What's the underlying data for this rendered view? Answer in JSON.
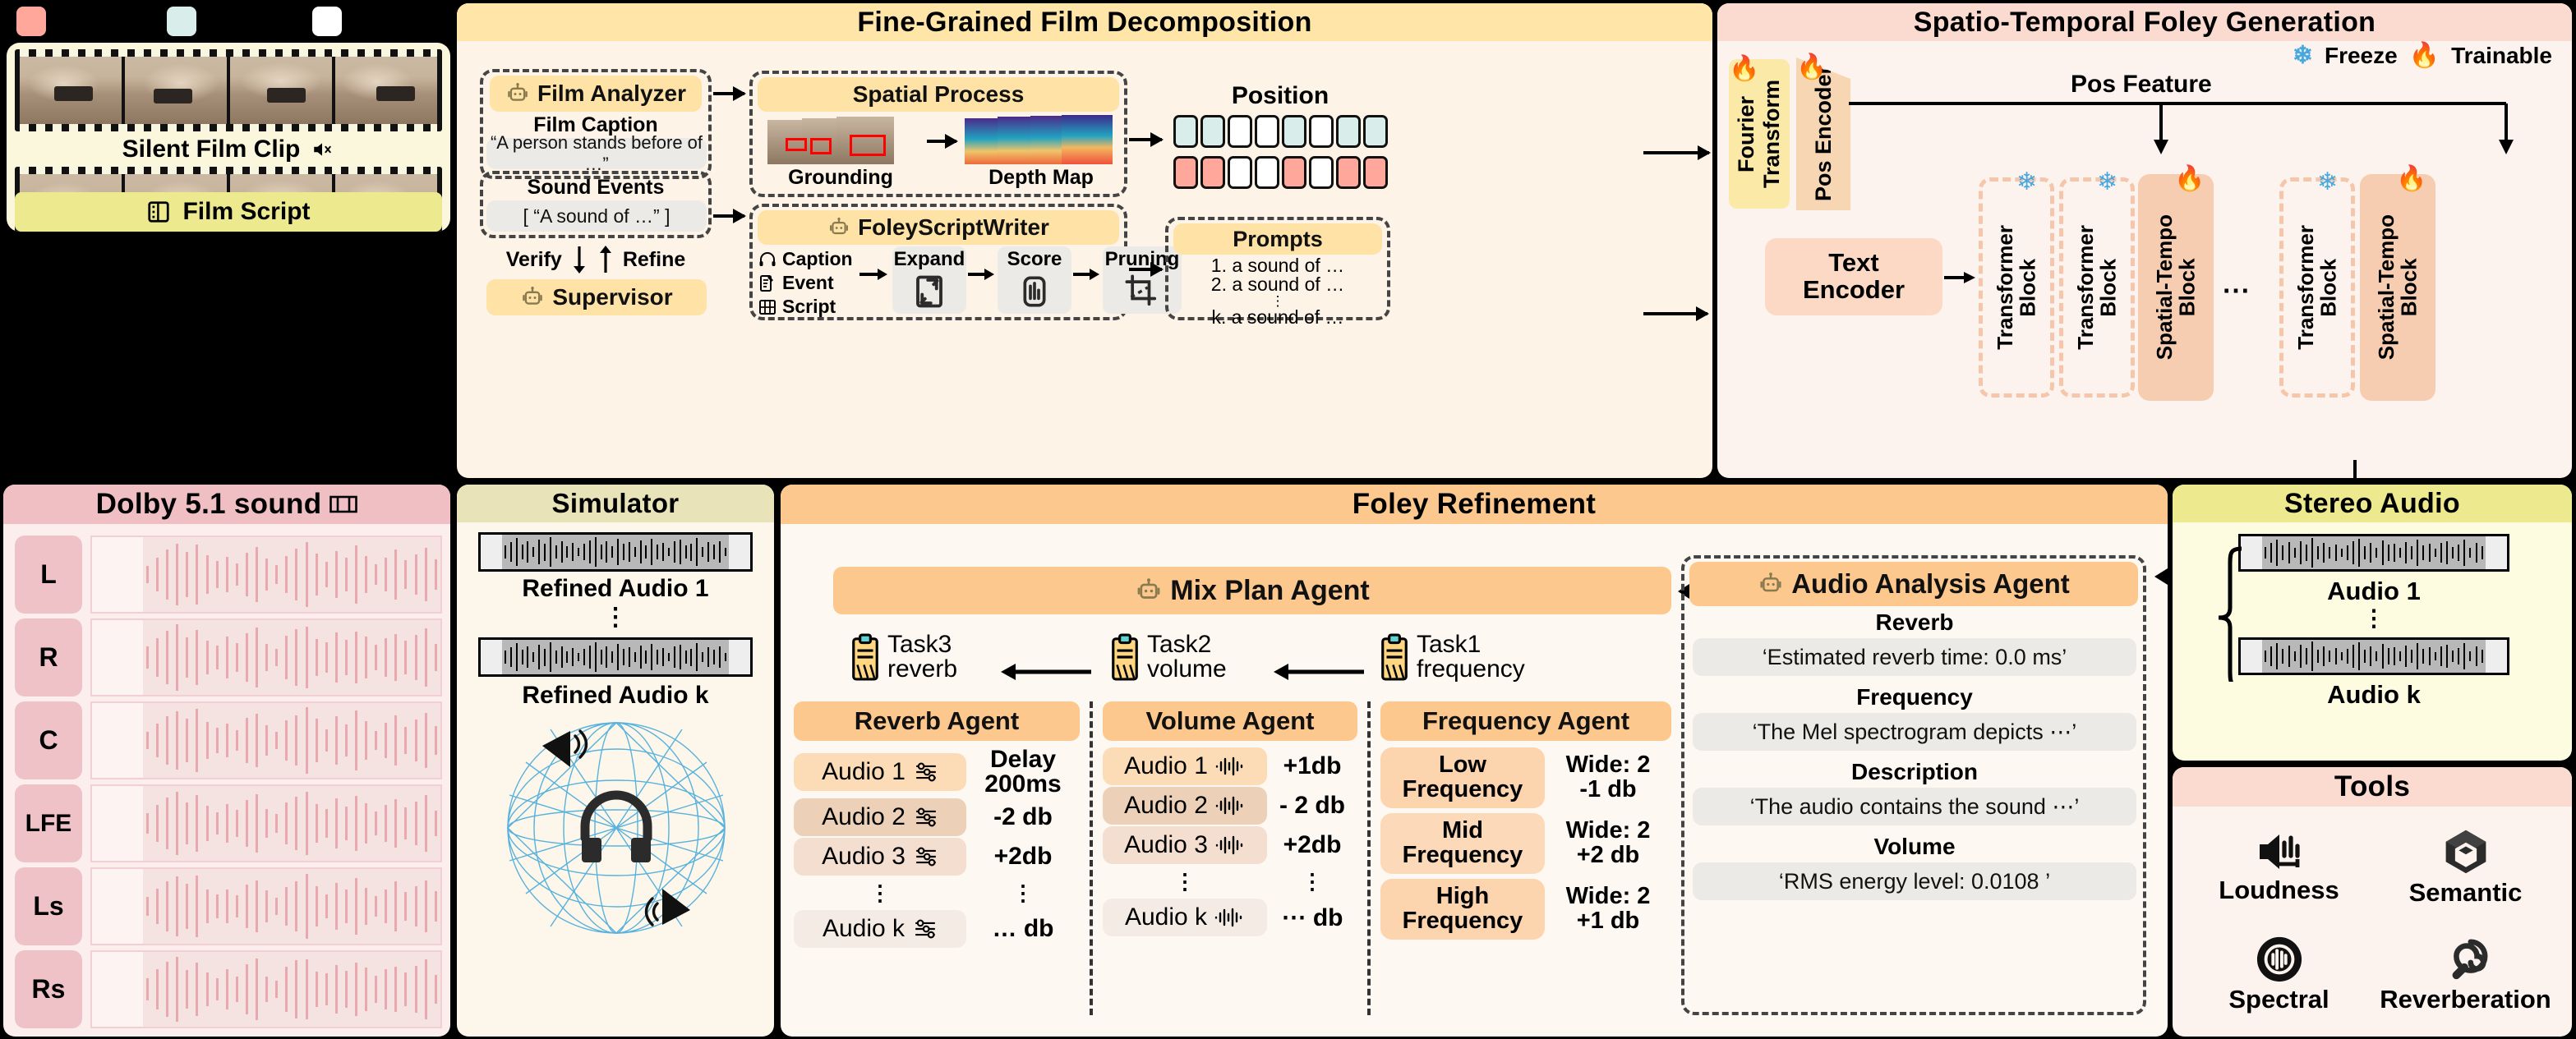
{
  "legend_squares": [
    {
      "name": "red-square",
      "color": "#ffa79b"
    },
    {
      "name": "cyan-square",
      "color": "#d9eeea"
    },
    {
      "name": "white-square",
      "color": "#ffffff"
    }
  ],
  "input": {
    "silent_clip_label": "Silent Film Clip",
    "mute_icon": "mute-icon",
    "film_script_label": "Film Script",
    "film_icon": "film-icon"
  },
  "decomposition": {
    "title": "Fine-Grained Film Decomposition",
    "film_analyzer": "Film Analyzer",
    "film_caption_label": "Film Caption",
    "film_caption_value": "“A person stands before of …”",
    "sound_events_label": "Sound Events",
    "sound_events_value": "[   “A sound of …”   ]",
    "verify_label": "Verify",
    "refine_label": "Refine",
    "supervisor": "Supervisor",
    "spatial_process": "Spatial Process",
    "grounding": "Grounding",
    "depth_map": "Depth Map",
    "foley_script_writer": "FoleyScriptWriter",
    "inputs": [
      {
        "icon": "headphones-icon",
        "label": "Caption"
      },
      {
        "icon": "note-edit-icon",
        "label": "Event"
      },
      {
        "icon": "film-icon",
        "label": "Script"
      }
    ],
    "steps": [
      {
        "label": "Expand",
        "icon": "expand-icon"
      },
      {
        "label": "Score",
        "icon": "score-bars-icon"
      },
      {
        "label": "Pruning",
        "icon": "crop-icon"
      }
    ],
    "position_label": "Position",
    "position_row_top": [
      "on",
      "on",
      "off",
      "off",
      "on",
      "off",
      "on",
      "on"
    ],
    "position_row_bottom": [
      "on",
      "on",
      "off",
      "off",
      "on",
      "off",
      "on",
      "on"
    ],
    "position_color_top": "#d9eeea",
    "position_color_bottom": "#ffa79b",
    "prompts_title": "Prompts",
    "prompts": [
      "1. a sound of …",
      "2. a sound of …",
      "⋮",
      "k. a sound of …"
    ]
  },
  "foley_gen": {
    "title": "Spatio-Temporal Foley Generation",
    "legend": [
      {
        "icon": "snowflake-icon",
        "label": "Freeze"
      },
      {
        "icon": "fire-icon",
        "label": "Trainable"
      }
    ],
    "fourier_transform": "Fourier Transform",
    "pos_encoder": "Pos Encoder",
    "pos_feature": "Pos Feature",
    "text_encoder": "Text Encoder",
    "blocks": [
      {
        "label": "Transformer Block",
        "state": "freeze",
        "style": "dashed"
      },
      {
        "label": "Transformer Block",
        "state": "freeze",
        "style": "dashed"
      },
      {
        "label": "Spatial-Tempo Block",
        "state": "trainable",
        "style": "solid"
      },
      {
        "label": "⋯",
        "state": "none",
        "style": "ellipsis"
      },
      {
        "label": "Transformer Block",
        "state": "freeze",
        "style": "dashed"
      },
      {
        "label": "Spatial-Tempo Block",
        "state": "trainable",
        "style": "solid"
      }
    ]
  },
  "dolby": {
    "title": "Dolby 5.1 sound",
    "icon": "surround-icon",
    "channels": [
      "L",
      "R",
      "C",
      "LFE",
      "Ls",
      "Rs"
    ]
  },
  "simulator": {
    "title": "Simulator",
    "audio_first": "Refined  Audio 1",
    "audio_last": "Refined  Audio k",
    "vdots": "⋮",
    "sphere_icon": "sphere-icon",
    "headphones_icon": "headphones-icon",
    "speaker_icons": [
      "speaker-icon",
      "speaker-icon"
    ]
  },
  "refinement": {
    "title": "Foley Refinement",
    "mix_plan_agent": "Mix Plan Agent",
    "tasks": [
      {
        "id": "Task3",
        "name": "reverb"
      },
      {
        "id": "Task2",
        "name": "volume"
      },
      {
        "id": "Task1",
        "name": "frequency"
      }
    ],
    "agents": [
      {
        "title": "Reverb Agent",
        "header_value": "Delay",
        "rows": [
          {
            "label": "Audio 1",
            "icon": "slider-icon",
            "value": "200ms"
          },
          {
            "label": "Audio 2",
            "icon": "slider-icon",
            "value": "-2 db"
          },
          {
            "label": "Audio 3",
            "icon": "slider-icon",
            "value": "+2db"
          },
          {
            "label": "⋮",
            "icon": "",
            "value": "⋮"
          },
          {
            "label": "Audio k",
            "icon": "slider-icon",
            "value": "… db"
          }
        ]
      },
      {
        "title": "Volume Agent",
        "header_value": "",
        "rows": [
          {
            "label": "Audio 1",
            "icon": "waveform-icon",
            "value": "+1db"
          },
          {
            "label": "Audio 2",
            "icon": "waveform-icon",
            "value": "- 2 db"
          },
          {
            "label": "Audio 3",
            "icon": "waveform-icon",
            "value": "+2db"
          },
          {
            "label": "⋮",
            "icon": "",
            "value": "⋮"
          },
          {
            "label": "Audio k",
            "icon": "waveform-icon",
            "value": "⋯ db"
          }
        ]
      },
      {
        "title": "Frequency Agent",
        "header_value": "",
        "rows": [
          {
            "label": "Low Frequency",
            "icon": "",
            "value": "Wide: 2 -1 db"
          },
          {
            "label": "Mid Frequency",
            "icon": "",
            "value": "Wide: 2 +2 db"
          },
          {
            "label": "High Frequency",
            "icon": "",
            "value": "Wide: 2 +1 db"
          }
        ]
      }
    ]
  },
  "audio_analysis": {
    "title": "Audio Analysis Agent",
    "fields": [
      {
        "label": "Reverb",
        "value": "‘Estimated reverb time: 0.0 ms’"
      },
      {
        "label": "Frequency",
        "value": "‘The Mel spectrogram depicts ⋯’"
      },
      {
        "label": "Description",
        "value": "‘The audio contains the sound ⋯’"
      },
      {
        "label": "Volume",
        "value": "‘RMS energy level: 0.0108 ’"
      }
    ]
  },
  "stereo": {
    "title": "Stereo Audio",
    "audio_first": "Audio 1",
    "audio_last": "Audio k",
    "vdots": "⋮"
  },
  "tools": {
    "title": "Tools",
    "items": [
      {
        "label": "Loudness",
        "icon": "loudness-icon"
      },
      {
        "label": "Semantic",
        "icon": "cube-icon"
      },
      {
        "label": "Spectral",
        "icon": "spectral-icon"
      },
      {
        "label": "Reverberation",
        "icon": "reverb-spiral-icon"
      }
    ]
  },
  "colors": {
    "yellow_header": "#ffe6a8",
    "yellow_body": "#fdf3e6",
    "pink_header": "#fbdbd0",
    "pink_body": "#fdf3ee",
    "orange_header": "#fcc88d",
    "orange_body": "#fdf8f2",
    "rose_header": "#f0bfc4",
    "rose_body": "#fdeeee",
    "olive_header": "#e8e3b8",
    "lime_header": "#ece98f",
    "lime_body": "#fdfce0"
  }
}
